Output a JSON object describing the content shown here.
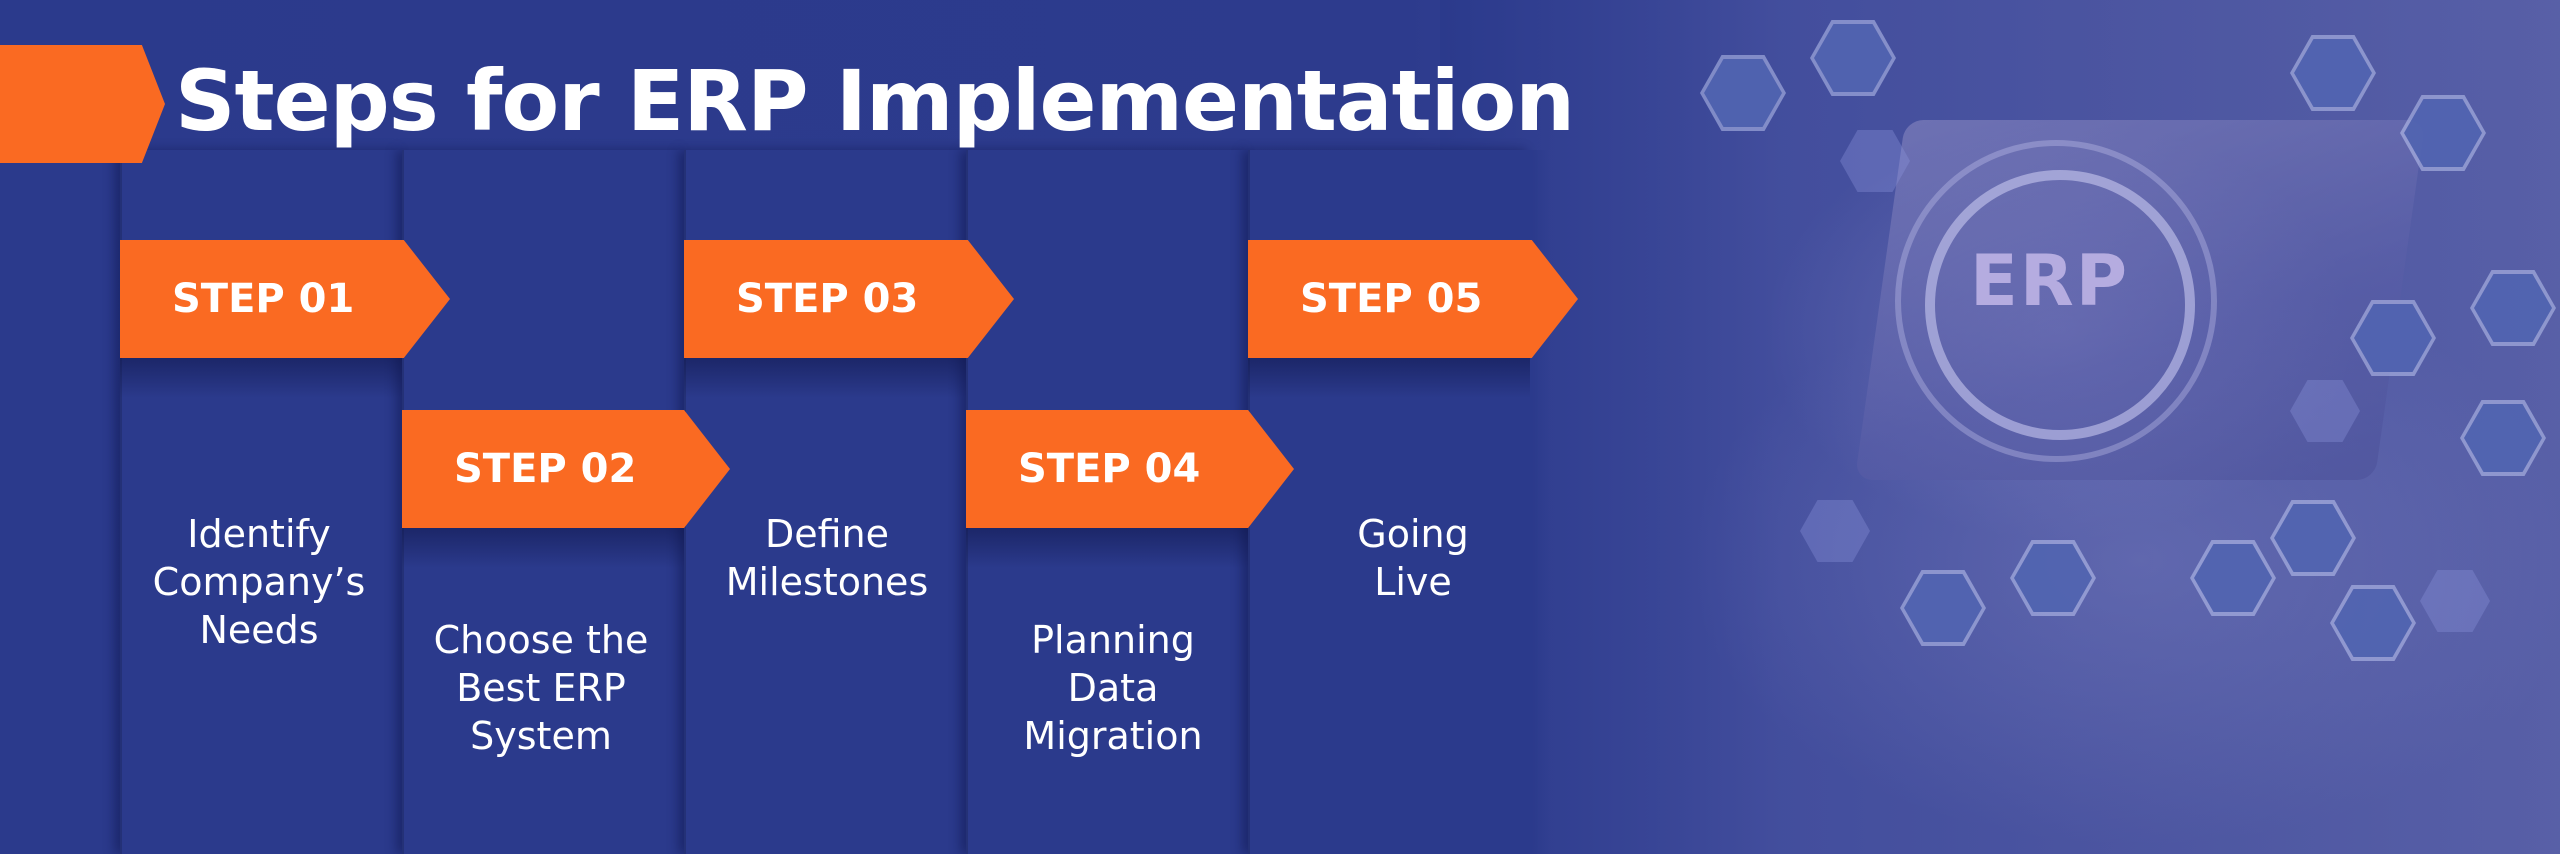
{
  "title": "Steps for ERP Implementation",
  "steps": [
    {
      "label": "STEP 01",
      "text": [
        "Identify",
        "Company’s",
        "Needs"
      ]
    },
    {
      "label": "STEP 02",
      "text": [
        "Choose the",
        "Best ERP",
        "System"
      ]
    },
    {
      "label": "STEP 03",
      "text": [
        "Define",
        "Milestones"
      ]
    },
    {
      "label": "STEP 04",
      "text": [
        "Planning",
        "Data",
        "Migration"
      ]
    },
    {
      "label": "STEP 05",
      "text": [
        "Going",
        "Live"
      ]
    }
  ],
  "image": {
    "erp_text": "ERP"
  },
  "colors": {
    "background": "#2b3a8c",
    "accent": "#fa6a22",
    "text": "#ffffff"
  }
}
